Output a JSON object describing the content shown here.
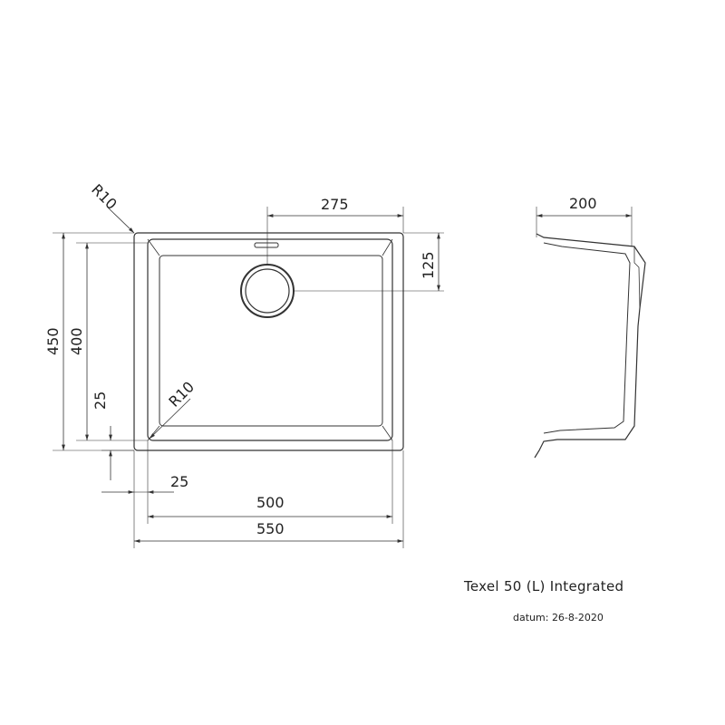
{
  "drawing": {
    "title": "Texel 50 (L) Integrated",
    "date_label": "datum:",
    "date_value": "26-8-2020",
    "dimensions": {
      "corner_radius_outer": "R10",
      "corner_radius_inner": "R10",
      "drain_offset_x": "275",
      "drain_offset_y": "125",
      "outer_height": "450",
      "inner_height": "400",
      "rim_bottom": "25",
      "rim_left": "25",
      "inner_width": "500",
      "outer_width": "550",
      "side_depth": "200"
    }
  },
  "colors": {
    "line": "#333333",
    "background": "#ffffff"
  }
}
